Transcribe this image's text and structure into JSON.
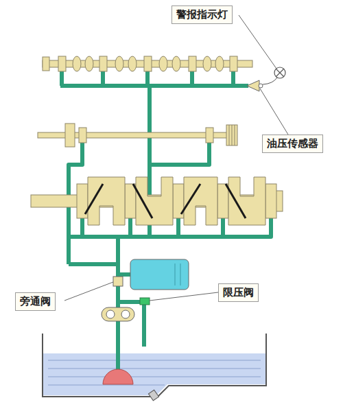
{
  "diagram": {
    "labels": [
      "警报指示灯",
      "油压传感器",
      "旁通阀",
      "限压阀"
    ]
  }
}
